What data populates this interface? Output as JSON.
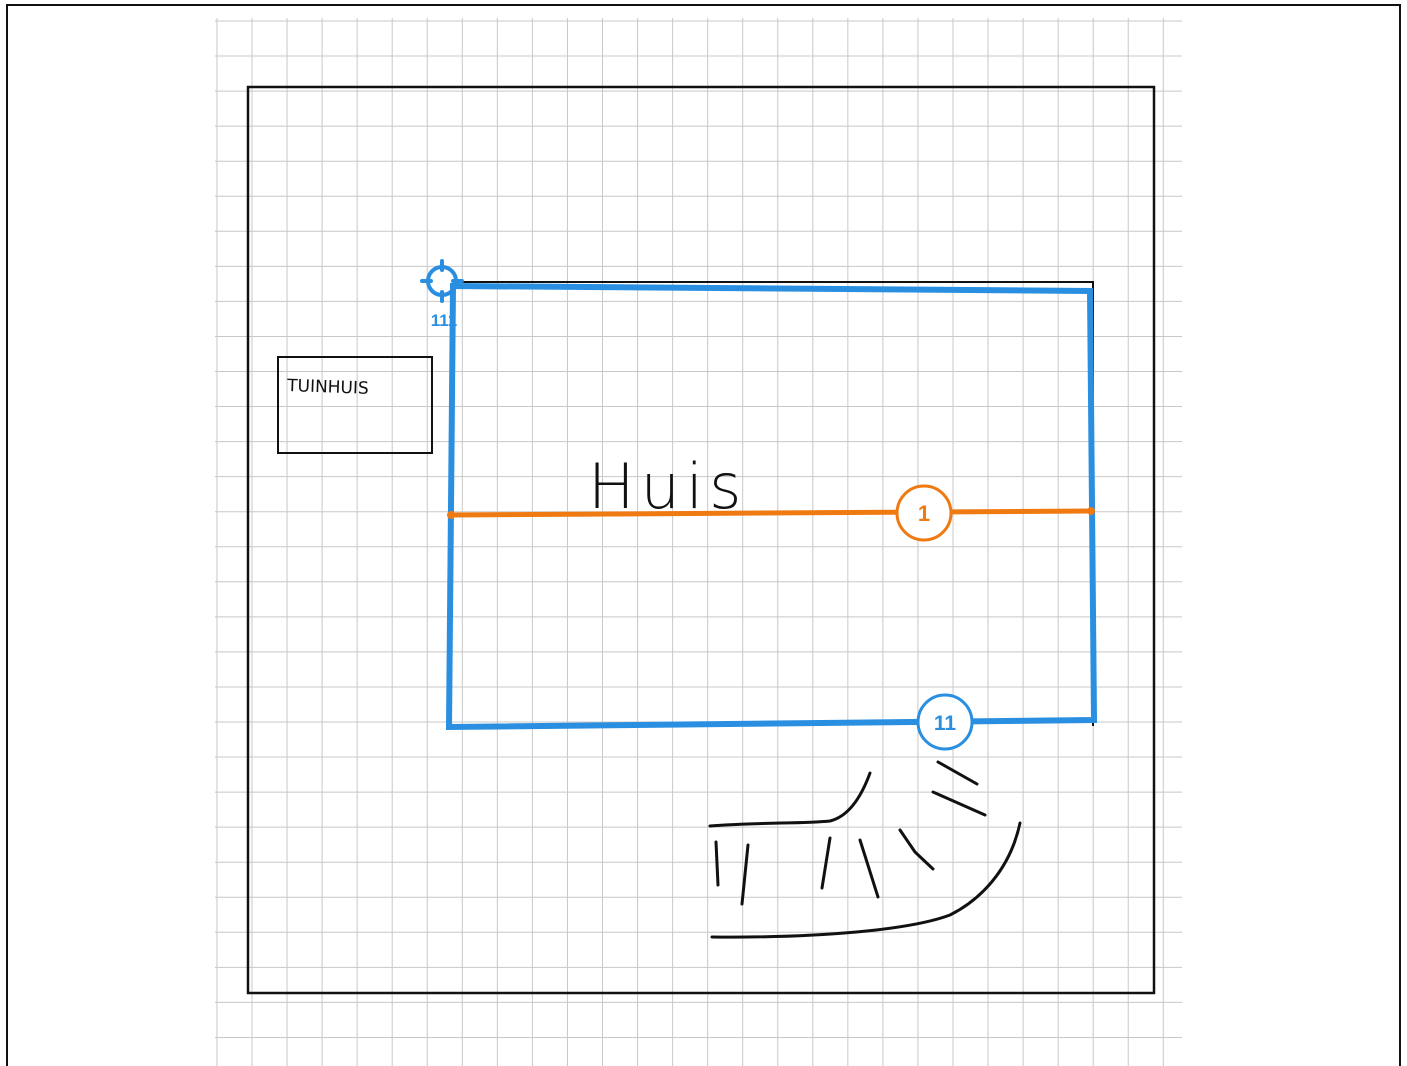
{
  "colors": {
    "background": "#ffffff",
    "grid": "#c8c8c8",
    "ink": "#111111",
    "wall_segment_11": "#2a8fe0",
    "wall_segment_1": "#f07a12"
  },
  "garden_house_label": "TUINHUIS",
  "house_label": "Huis",
  "segment_blue": {
    "label": "11"
  },
  "segment_orange": {
    "label": "1"
  },
  "origin_marker": {
    "icon": "crosshair-icon",
    "label": "111"
  }
}
